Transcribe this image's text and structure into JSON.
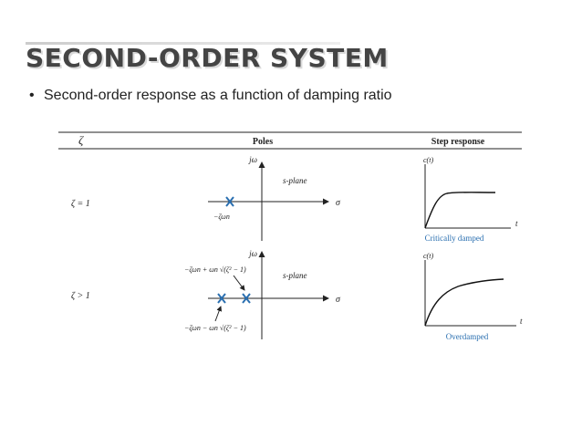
{
  "slide": {
    "title": "SECOND-ORDER SYSTEM",
    "bullet_marker": "•",
    "bullet_text": "Second-order response as a function of damping ratio"
  },
  "table": {
    "headers": {
      "zeta": "ζ",
      "poles": "Poles",
      "step": "Step response"
    },
    "rows": [
      {
        "zeta_label": "ζ = 1",
        "j_omega": "jω",
        "s_plane": "s-plane",
        "sigma": "σ",
        "pole_label": "−ζωn",
        "response_axis": "c(t)",
        "time_axis": "t",
        "caption": "Critically damped"
      },
      {
        "zeta_label": "ζ > 1",
        "j_omega": "jω",
        "s_plane": "s-plane",
        "sigma": "σ",
        "pole_label_top": "−ζωn + ωn √(ζ² − 1)",
        "pole_label_bottom": "−ζωn − ωn √(ζ² − 1)",
        "response_axis": "c(t)",
        "time_axis": "t",
        "caption": "Overdamped"
      }
    ]
  },
  "colors": {
    "pole_marker": "#2a6fb0",
    "caption_text": "#2a6fb0",
    "curve": "#111111",
    "title_text": "#444444"
  }
}
